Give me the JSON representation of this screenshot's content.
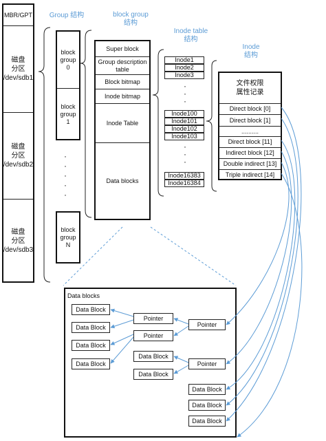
{
  "disk": {
    "mbr": "MBR/GPT",
    "partitions": [
      "磁盘\n分区\n/dev/sdb1",
      "磁盘\n分区\n/dev/sdb2",
      "磁盘\n分区\n/dev/sdb3"
    ]
  },
  "group_header": "Group 结构",
  "groups": [
    "block\ngroup\n0",
    "block\ngroup\n1",
    "block\ngroup\nN"
  ],
  "block_group_header": "block group\n结构",
  "block_group_fields": [
    "Super block",
    "Group description\ntable",
    "Block bitmap",
    "Inode bitmap",
    "Inode Table",
    "Data blocks"
  ],
  "inode_table_header": "Inode table\n结构",
  "inode_table_entries": [
    "Inode1",
    "Inode2",
    "Inode3",
    "Inode100",
    "Inode101",
    "Inode102",
    "Inode103",
    "Inode16383",
    "Inode16384"
  ],
  "inode_header": "Inode\n结构",
  "inode_fields": [
    "文件权限\n属性记录",
    "Direct block [0]",
    "Direct block [1]",
    "..........",
    "Direct block [11]",
    "Indirect  block [12]",
    "Double indirect [13]",
    "Triple indirect [14]"
  ],
  "data_blocks_panel": {
    "title": "Data blocks",
    "data_block_label": "Data Block",
    "pointer_label": "Pointer"
  },
  "colors": {
    "header": "#5b9bd5",
    "arrow": "#5b9bd5",
    "border": "#222222"
  }
}
